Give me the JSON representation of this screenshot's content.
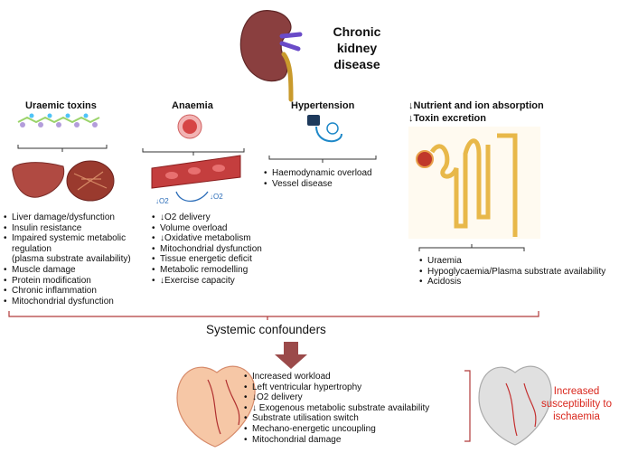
{
  "title": "Chronic kidney disease",
  "columns": [
    {
      "header": "Uraemic toxins",
      "items": [
        "Liver damage/dysfunction",
        "Insulin resistance",
        "Impaired systemic metabolic regulation",
        "(plasma substrate availability)",
        "Muscle damage",
        "Protein modification",
        "Chronic inflammation",
        "Mitochondrial dysfunction"
      ]
    },
    {
      "header": "Anaemia",
      "items": [
        "↓O2 delivery",
        "Volume overload",
        "↓Oxidative metabolism",
        "Mitochondrial dysfunction",
        "Tissue energetic deficit",
        "Metabolic remodelling",
        "↓Exercise capacity"
      ]
    },
    {
      "header": "Hypertension",
      "items": [
        "Haemodynamic overload",
        "Vessel disease"
      ]
    },
    {
      "header_lines": [
        "↓Nutrient and ion absorption",
        "↓Toxin excretion"
      ],
      "items": [
        "Uraemia",
        "Hypoglycaemia/Plasma substrate availability",
        "Acidosis"
      ]
    }
  ],
  "vessel_labels": {
    "left": "↓O2",
    "right": "↓O2"
  },
  "confounders": "Systemic confounders",
  "heart_effects": [
    "Increased workload",
    "Left ventricular hypertrophy",
    "↓O2 delivery",
    "↓ Exogenous metabolic substrate availability",
    "Substrate utilisation switch",
    "Mechano-energetic uncoupling",
    "Mitochondrial damage"
  ],
  "outcome": "Increased susceptibility to ischaemia",
  "colors": {
    "arrow": "#9b4a4a",
    "outcome": "#d9261c",
    "brace": "#c25a5a"
  },
  "icons": [
    "kidney-icon",
    "molecule-chain-icon",
    "liver-icon",
    "red-blood-cell-icon",
    "blood-vessel-icon",
    "blood-pressure-monitor-icon",
    "nephron-icon",
    "heart-icon"
  ]
}
